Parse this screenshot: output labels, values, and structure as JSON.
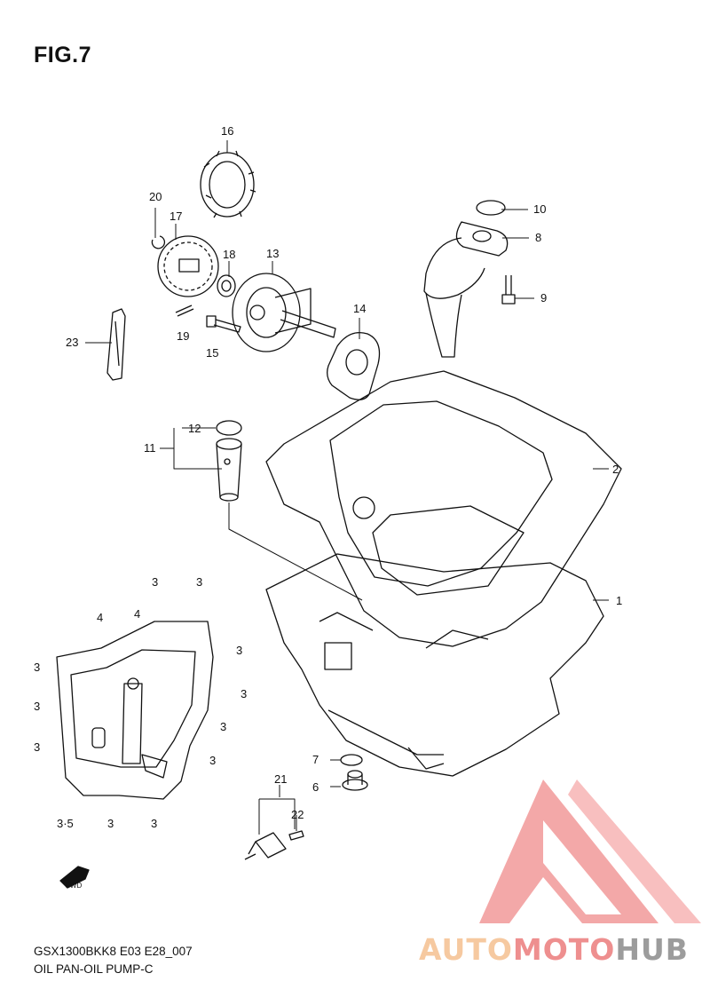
{
  "header": {
    "fig": "FIG.7"
  },
  "footer": {
    "code": "GSX1300BKK8 E03 E28_007",
    "name": "OIL PAN-OIL PUMP-C"
  },
  "watermark": {
    "part1": "AUTO",
    "part2": "MOTO",
    "part3": "HUB",
    "colors": {
      "auto": "#f6c9a0",
      "moto": "#ee8f8f",
      "hub": "#9c9c9c",
      "triangle": "#f08a8a"
    }
  },
  "fwd_label": "FWD",
  "callouts": {
    "p1": "1",
    "p2": "2",
    "p6": "6",
    "p7": "7",
    "p8": "8",
    "p9": "9",
    "p10": "10",
    "p11": "11",
    "p12": "12",
    "p13": "13",
    "p14": "14",
    "p15": "15",
    "p16": "16",
    "p17": "17",
    "p18": "18",
    "p19": "19",
    "p20": "20",
    "p21": "21",
    "p22": "22",
    "p23": "23",
    "p3": "3",
    "p4": "4",
    "p35": "3·5"
  }
}
